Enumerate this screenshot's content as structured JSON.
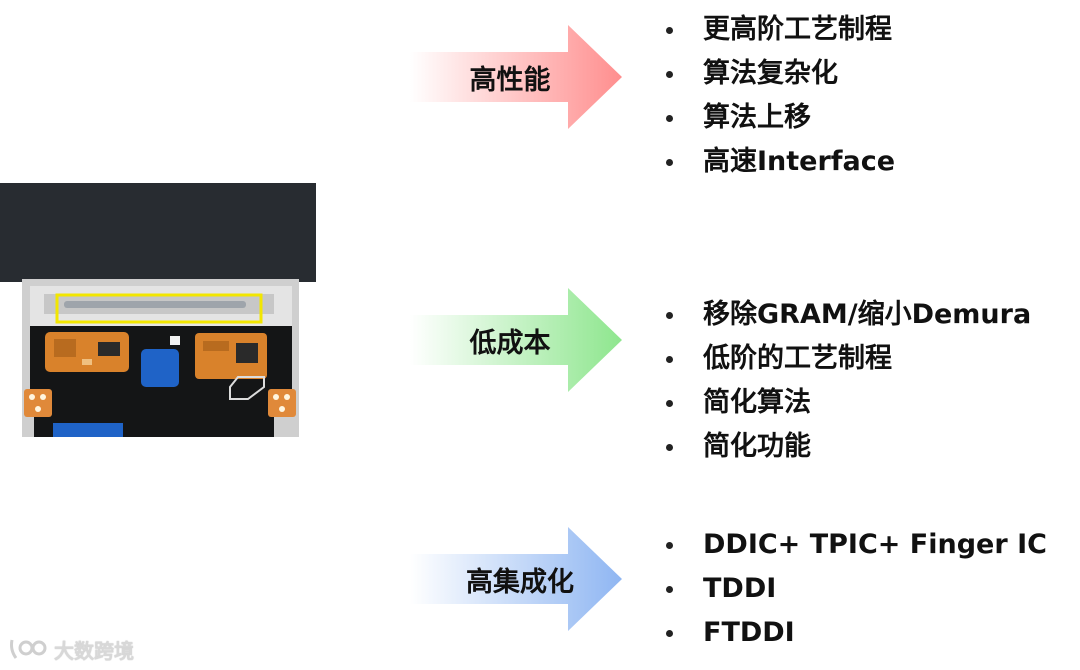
{
  "groups": [
    {
      "label": "高性能",
      "color": "#ff8e8e",
      "items": [
        "更高阶工艺制程",
        "算法复杂化",
        "算法上移",
        "高速Interface"
      ]
    },
    {
      "label": "低成本",
      "color": "#8ee68e",
      "items": [
        "移除GRAM/缩小Demura",
        "低阶的工艺制程",
        "简化算法",
        "简化功能"
      ]
    },
    {
      "label": "高集成化",
      "color": "#8fb6f2",
      "items": [
        "DDIC+ TPIC+ Finger IC",
        "TDDI",
        "FTDDI"
      ]
    }
  ],
  "watermark": "大数跨境",
  "photo": {
    "highlight_color": "#f2e600"
  }
}
